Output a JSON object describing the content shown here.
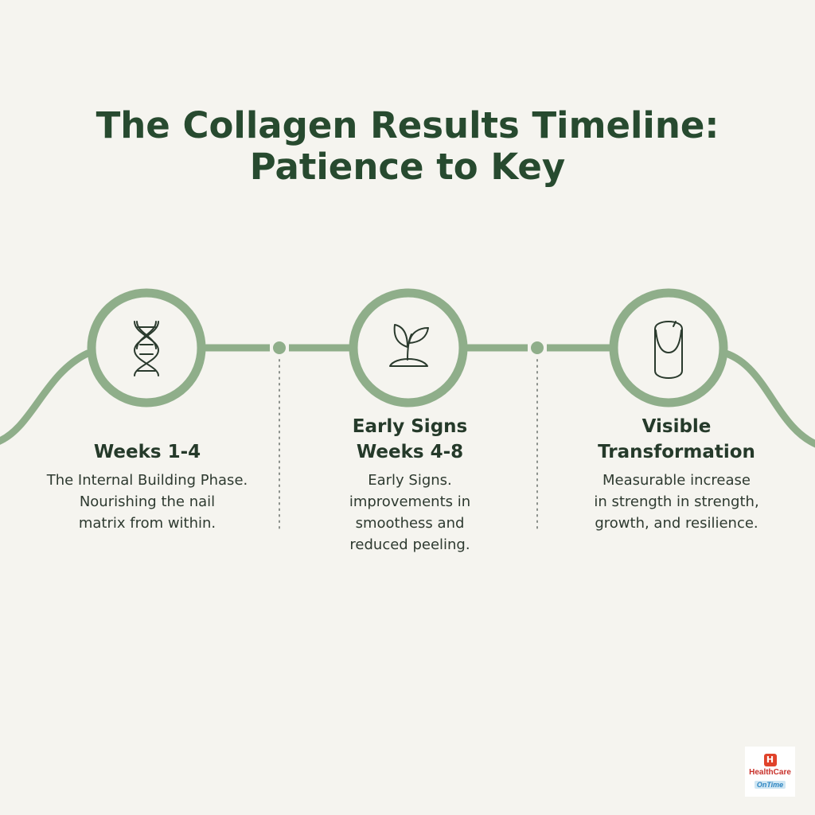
{
  "title": {
    "line1": "The Collagen Results Timeline:",
    "line2": "Patience to Key"
  },
  "colors": {
    "background": "#f5f4ef",
    "accent_green": "#8fae8a",
    "title_green": "#274a2f",
    "text_dark": "#2e3a30",
    "dotted_line": "#8a8f8a"
  },
  "stages": [
    {
      "icon": "dna-icon",
      "heading_lines": [
        "Weeks 1-4"
      ],
      "body_lines": [
        "The Internal Building Phase.",
        "Nourishing the nail",
        "matrix from within."
      ]
    },
    {
      "icon": "sprout-icon",
      "heading_lines": [
        "Early Signs",
        "Weeks 4-8"
      ],
      "body_lines": [
        "Early Signs.",
        "improvements in",
        "smoothess and",
        "reduced peeling."
      ]
    },
    {
      "icon": "fingernail-icon",
      "heading_lines": [
        "Visible",
        "Transformation"
      ],
      "body_lines": [
        "Measurable increase",
        "in strength in strength,",
        "growth, and resilience."
      ]
    }
  ],
  "logo": {
    "badge_letter": "H",
    "brand": "HealthCare",
    "sub": "OnTime"
  }
}
